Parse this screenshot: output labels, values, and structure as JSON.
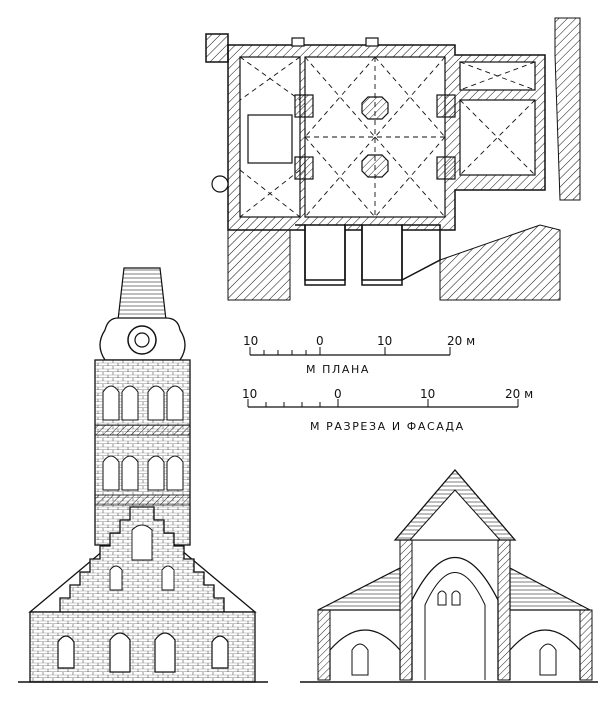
{
  "figure": {
    "scales": [
      {
        "id": "plan",
        "caption": "М ПЛАНА",
        "tick_labels": [
          "10",
          "0",
          "10",
          "20 м"
        ]
      },
      {
        "id": "section-facade",
        "caption": "М РАЗРЕЗА И ФАСАДА",
        "tick_labels": [
          "10",
          "0",
          "10",
          "20 м"
        ]
      }
    ]
  },
  "palette": {
    "ink": "#111111",
    "paper": "#ffffff"
  }
}
